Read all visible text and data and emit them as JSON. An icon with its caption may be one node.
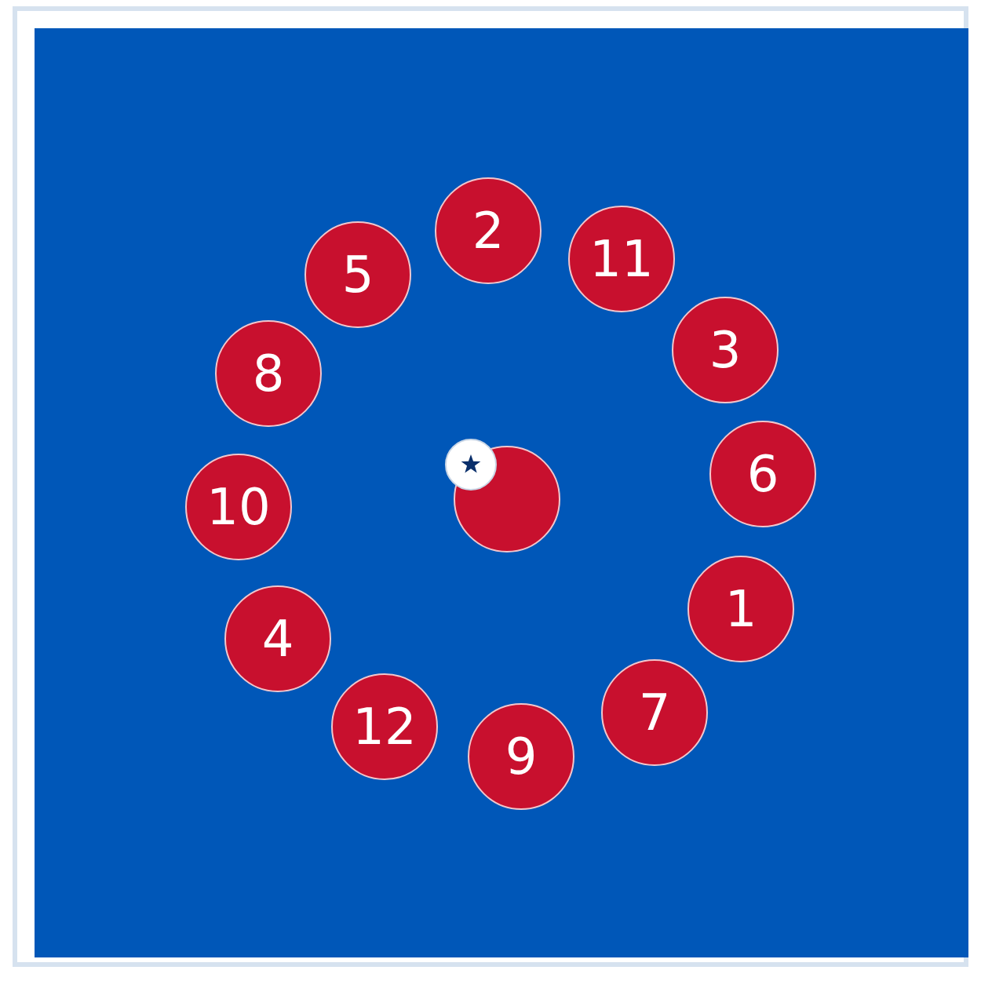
{
  "diagram": {
    "nodes": [
      {
        "text": [
          "2"
        ]
      },
      {
        "text": [
          "11"
        ]
      },
      {
        "text": [
          "5"
        ]
      },
      {
        "text": [
          "3"
        ]
      },
      {
        "text": [
          "8"
        ]
      },
      {
        "text": [
          "6"
        ]
      },
      {
        "text": [],
        "shape": "circle"
      },
      {
        "text": [
          "10"
        ]
      },
      {
        "text": [
          "1"
        ]
      },
      {
        "text": [
          "4"
        ]
      },
      {
        "text": [
          "7"
        ]
      },
      {
        "text": [
          "12"
        ]
      },
      {
        "text": [
          "9"
        ]
      }
    ]
  }
}
